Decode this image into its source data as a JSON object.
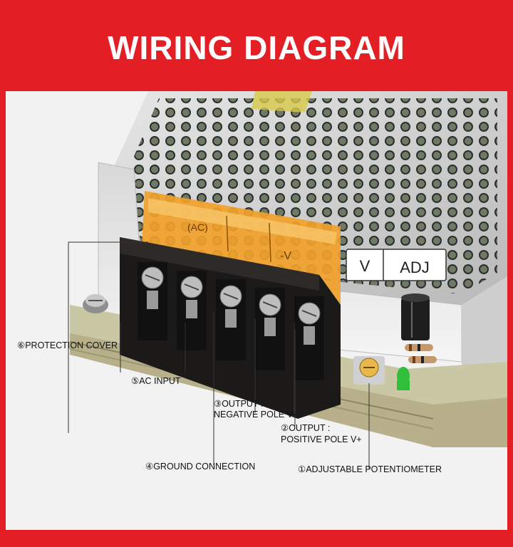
{
  "header": {
    "title": "WIRING DIAGRAM"
  },
  "colors": {
    "brand_red": "#e31e24",
    "terminal_black": "#1c1a19",
    "cover_amber": "#f2a12a",
    "pcb_green": "#c9c7a4"
  },
  "device": {
    "panel_labels": {
      "v": "V",
      "adj": "ADJ"
    },
    "cover_text": {
      "ac": "(AC)",
      "minus_v": "-V"
    }
  },
  "callouts": {
    "protection_cover": "⑥PROTECTION COVER",
    "ac_input": "⑤AC INPUT",
    "output_negative_line1": "③OUTPUT :",
    "output_negative_line2": "NEGATIVE POLE V-",
    "output_positive_line1": "②OUTPUT :",
    "output_positive_line2": "POSITIVE POLE V+",
    "ground_connection": "④GROUND CONNECTION",
    "adjustable_potentiometer": "①ADJUSTABLE POTENTIOMETER"
  }
}
